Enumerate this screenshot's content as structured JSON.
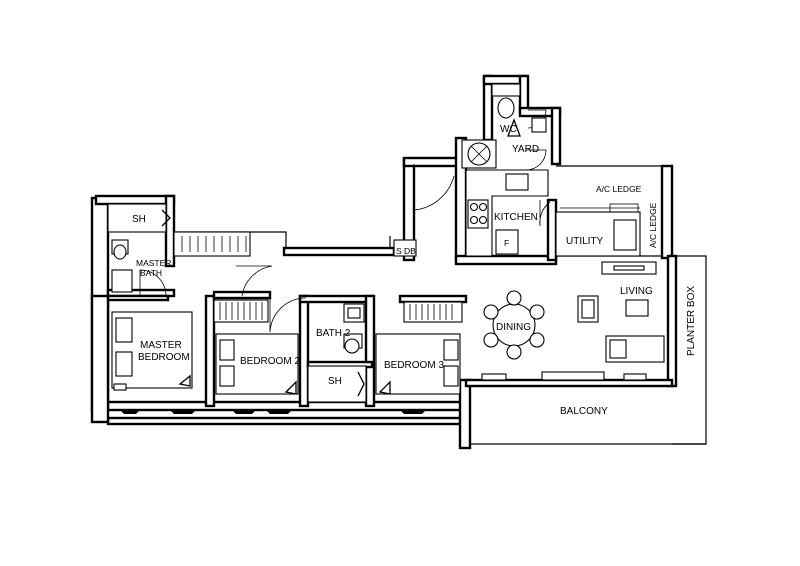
{
  "rooms": {
    "wc": "WC",
    "yard": "YARD",
    "kitchen": "KITCHEN",
    "ac_ledge_top": "A/C LEDGE",
    "ac_ledge_side": "A/C LEDGE",
    "utility": "UTILITY",
    "sh_master": "SH",
    "master_bath_line1": "MASTER",
    "master_bath_line2": "BATH",
    "master_bedroom_line1": "MASTER",
    "master_bedroom_line2": "BEDROOM",
    "bedroom2": "BEDROOM 2",
    "bath2": "BATH 2",
    "sh_common": "SH",
    "bedroom3": "BEDROOM 3",
    "dining": "DINING",
    "living": "LIVING",
    "planter_box": "PLANTER BOX",
    "balcony": "BALCONY",
    "db": "S DB",
    "fridge": "F"
  }
}
